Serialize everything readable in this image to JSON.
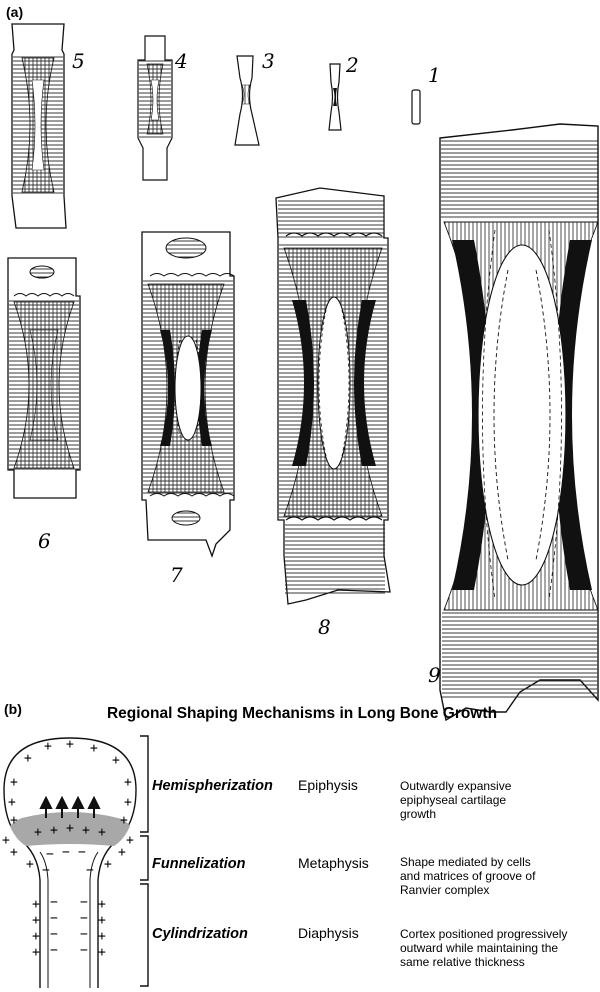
{
  "panel_a": {
    "label": "(a)",
    "numbers": [
      "1",
      "2",
      "3",
      "4",
      "5",
      "6",
      "7",
      "8",
      "9"
    ]
  },
  "panel_b": {
    "label": "(b)",
    "title": "Regional Shaping Mechanisms in Long Bone Growth",
    "rows": [
      {
        "mechanism": "Hemispherization",
        "region": "Epiphysis",
        "description": [
          "Outwardly expansive",
          "epiphyseal cartilage",
          "growth"
        ]
      },
      {
        "mechanism": "Funnelization",
        "region": "Metaphysis",
        "description": [
          "Shape mediated by cells",
          "and matrices of groove of",
          "Ranvier complex"
        ]
      },
      {
        "mechanism": "Cylindrization",
        "region": "Diaphysis",
        "description": [
          "Cortex positioned progressively",
          "outward while maintaining the",
          "same relative thickness"
        ]
      }
    ],
    "signs": {
      "plus": "+",
      "minus": "−"
    },
    "colors": {
      "ink": "#111111",
      "cartilage_band": "#a8a8a8",
      "cortex": "#1a1a1a"
    }
  }
}
